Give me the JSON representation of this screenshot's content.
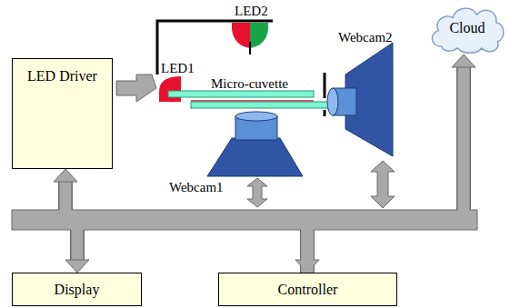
{
  "diagram": {
    "nodes": [
      {
        "text": [
          "LED Driver"
        ]
      },
      {
        "text": [
          "Display"
        ]
      },
      {
        "text": [
          "Controller"
        ]
      },
      {
        "text": [
          "Cloud"
        ]
      }
    ],
    "edges": [
      {
        "from": 0,
        "to": 2,
        "arrow": "both"
      },
      {
        "from": 2,
        "to": 1,
        "arrow": "to"
      },
      {
        "from": 2,
        "to": 3,
        "arrow": "to"
      }
    ],
    "labels": [
      "LED2",
      "LED1",
      "Micro-cuvette",
      "Webcam2",
      "Webcam1"
    ]
  }
}
